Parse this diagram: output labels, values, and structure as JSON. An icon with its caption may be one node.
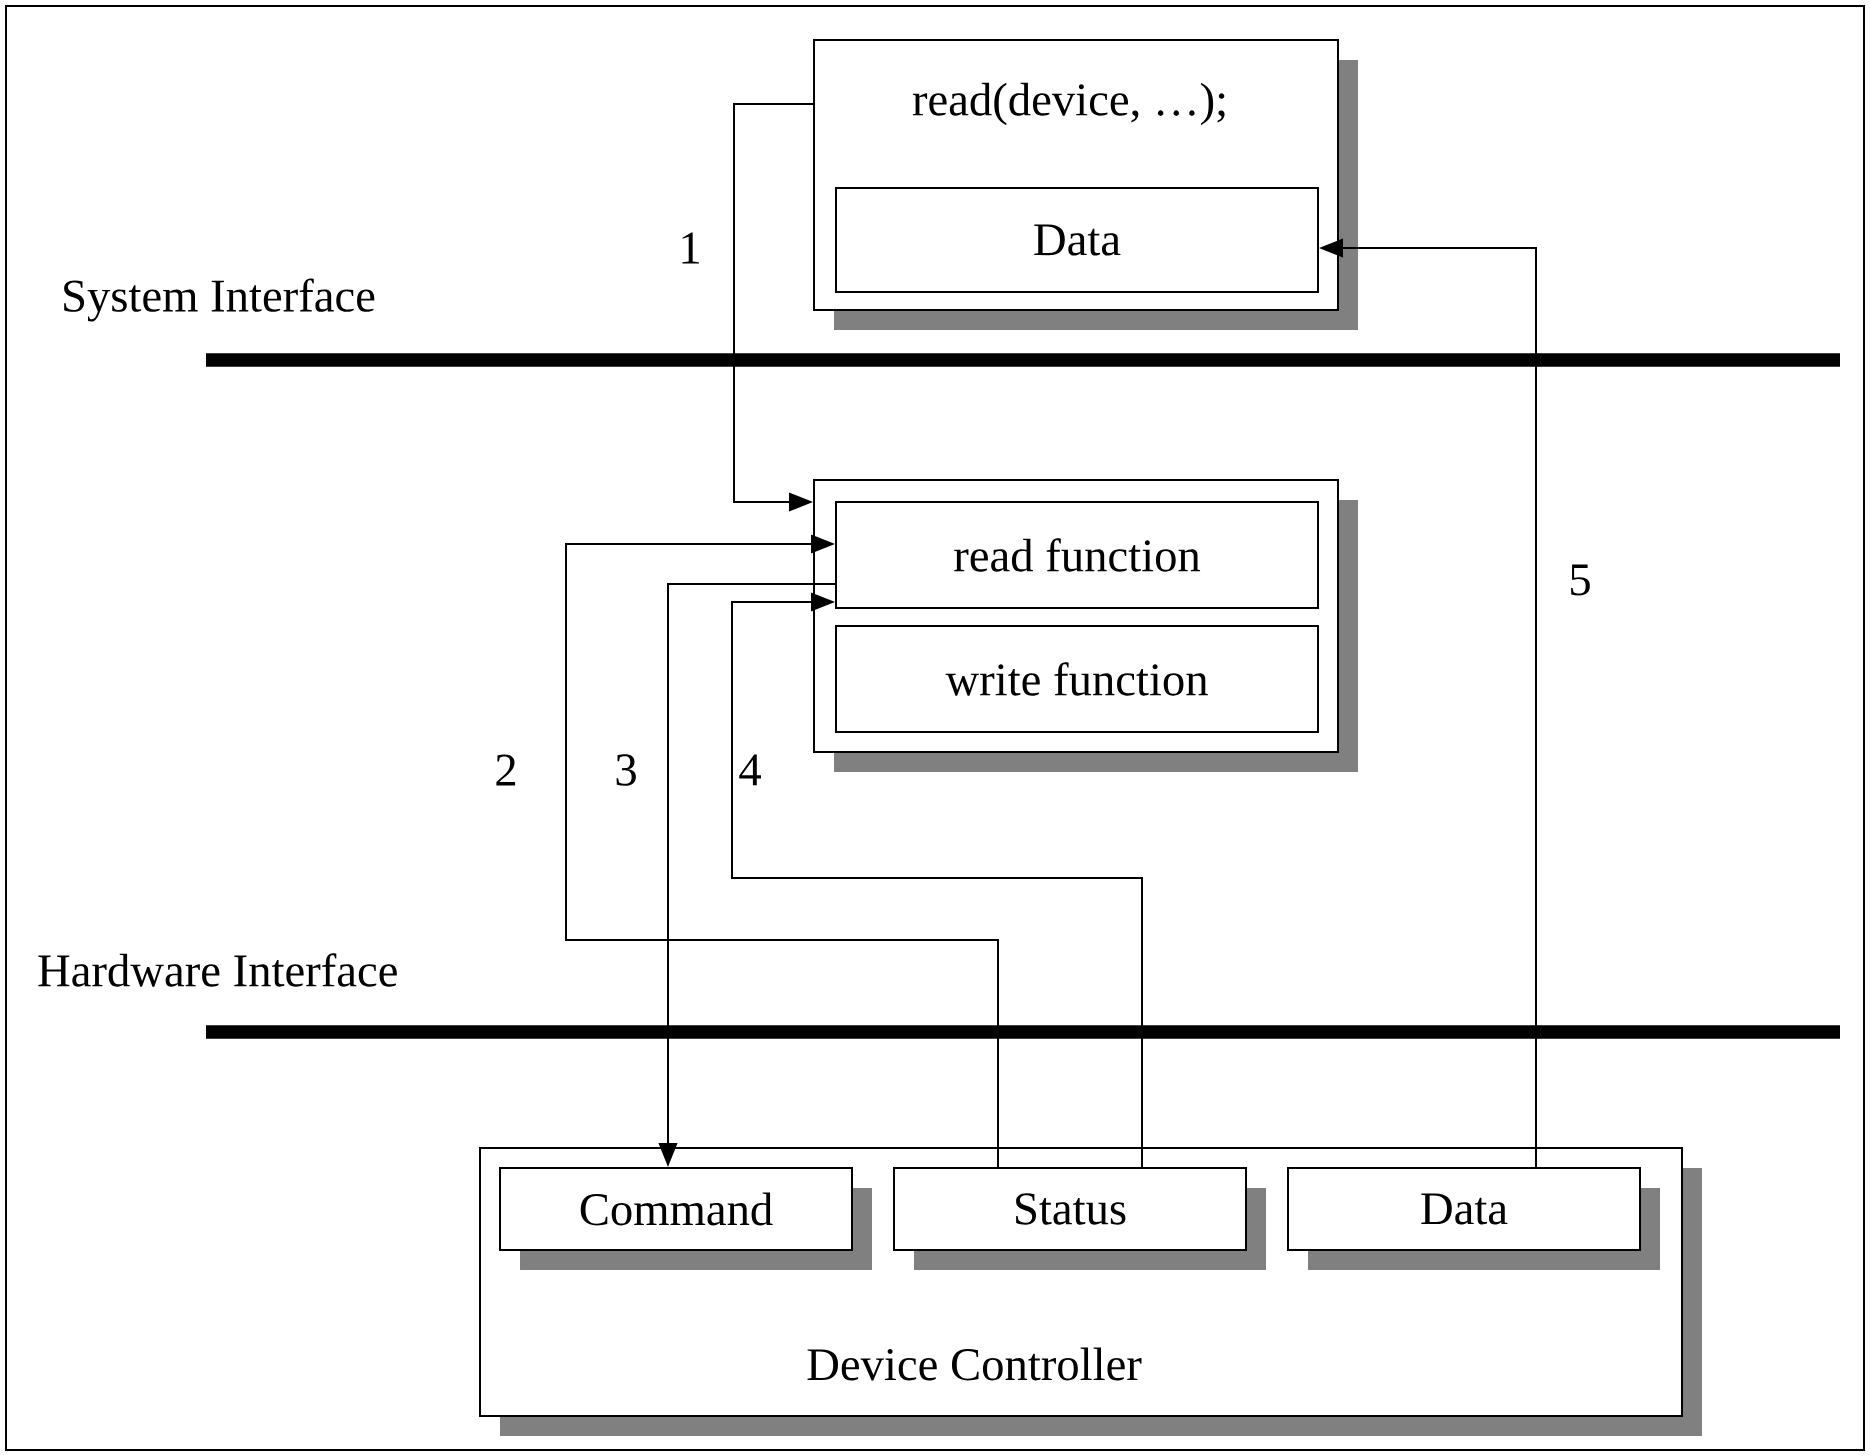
{
  "diagram": {
    "nodes": [
      {
        "text": [
          "read(device, …);"
        ]
      },
      {
        "text": [
          "Data"
        ],
        "in": 0
      },
      {
        "text": [],
        "shape": "box"
      },
      {
        "text": [
          "read function"
        ],
        "in": 2
      },
      {
        "text": [
          "write function"
        ],
        "in": 2
      },
      {
        "text": [
          "Device Controller"
        ]
      },
      {
        "text": [
          "Command"
        ],
        "in": 5
      },
      {
        "text": [
          "Status"
        ],
        "in": 5
      },
      {
        "text": [
          "Data"
        ],
        "in": 5
      }
    ],
    "edges": [
      {
        "from": 0,
        "to": 2,
        "arrow": "to",
        "label": "1"
      },
      {
        "from": 7,
        "to": 3,
        "arrow": "to",
        "label": "2"
      },
      {
        "from": 3,
        "to": 6,
        "arrow": "to",
        "label": "3"
      },
      {
        "from": 7,
        "to": 3,
        "arrow": "to",
        "label": "4"
      },
      {
        "from": 8,
        "to": 1,
        "arrow": "to",
        "label": "5"
      }
    ],
    "labels": [
      "System Interface",
      "Hardware Interface"
    ]
  }
}
